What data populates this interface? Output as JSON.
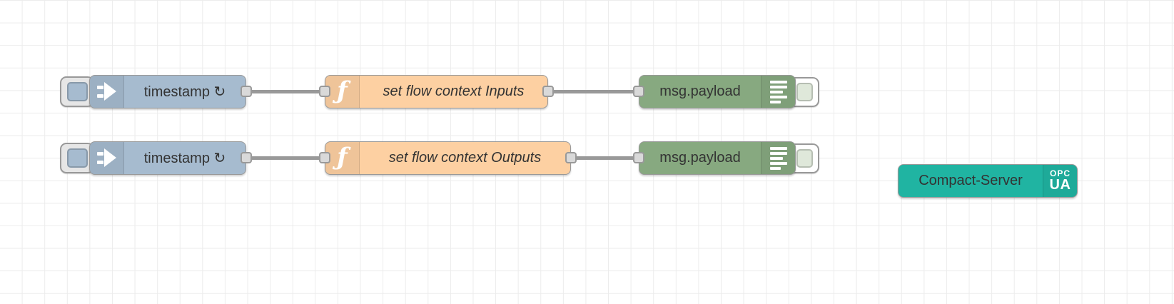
{
  "editor": {
    "description_not_shown_fields_omitted": "",
    "nodes": {
      "inject1": {
        "label": "timestamp ↻"
      },
      "function1": {
        "label": "set flow context Inputs"
      },
      "debug1": {
        "label": "msg.payload"
      },
      "inject2": {
        "label": "timestamp ↻"
      },
      "function2": {
        "label": "set flow context Outputs"
      },
      "debug2": {
        "label": "msg.payload"
      },
      "server": {
        "label": "Compact-Server",
        "badge_top": "OPC",
        "badge_bottom": "UA"
      }
    },
    "icons": {
      "function_glyph": "ƒ"
    },
    "colors": {
      "inject_node": "#a6bbcf",
      "function_node": "#fdd0a2",
      "debug_node": "#87a980",
      "server_node": "#20b4a2",
      "wire": "#999999",
      "port_fill": "#d9d9d9",
      "node_border": "#999999",
      "grid_line": "#ececec",
      "label_text": "#333333"
    }
  }
}
